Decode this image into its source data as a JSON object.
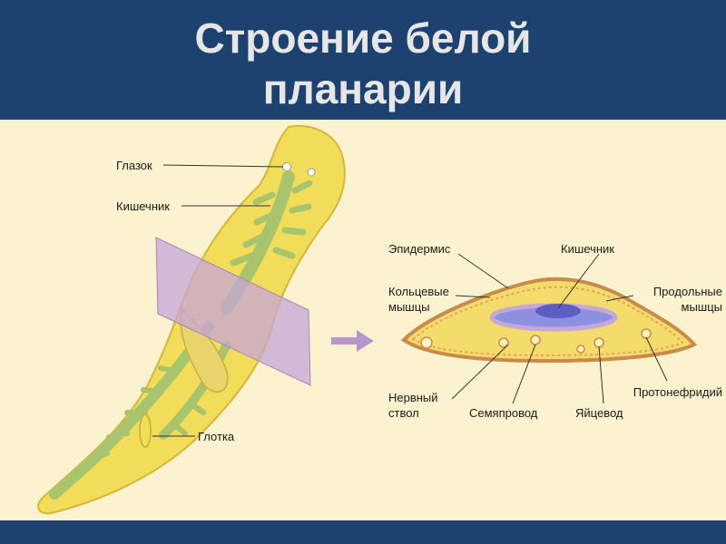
{
  "title_line1": "Строение белой",
  "title_line2": "планарии",
  "labels": {
    "eye": "Глазок",
    "intestine_left": "Кишечник",
    "pharynx": "Глотка",
    "epidermis": "Эпидермис",
    "intestine_right": "Кишечник",
    "ring_muscles_1": "Кольцевые",
    "ring_muscles_2": "мышцы",
    "long_muscles_1": "Продольные",
    "long_muscles_2": "мышцы",
    "nerve_1": "Нервный",
    "nerve_2": "ствол",
    "sperm_duct": "Семяпровод",
    "oviduct": "Яйцевод",
    "protonephridium": "Протонефридий"
  },
  "colors": {
    "header": "#1e4270",
    "panel": "#fbf3cf",
    "body_fill": "#f2dd5a",
    "gut": "#a8c46c",
    "section_plane": "#c7a6d8",
    "arrow": "#b995cf",
    "cavity": "#8d8fe0"
  }
}
